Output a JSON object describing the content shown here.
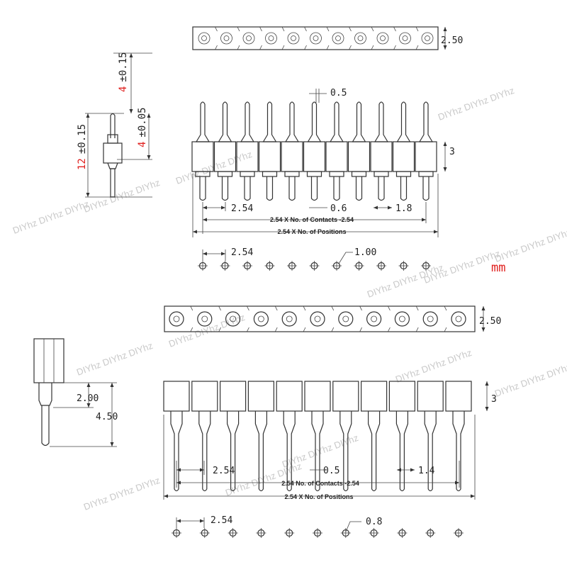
{
  "watermark": "DIYhz",
  "unit_label": "mm",
  "colors": {
    "line": "#333333",
    "red": "#e0201e",
    "watermark": "#c9c9c9"
  },
  "pin_count": 11,
  "male_header": {
    "strip_height": "2.50",
    "pin_width_top": "0.5",
    "housing_height": "3",
    "pitch": "2.54",
    "pin_width_bottom": "0.6",
    "housing_width": "1.8",
    "contacts_formula": "2.54 X No. of Contacts -2.54",
    "positions_formula": "2.54 X No. of Positions",
    "footprint_pitch": "2.54",
    "hole_diameter": "1.00",
    "side_view": {
      "top_len_value": "4",
      "top_len_tol": "±0.15",
      "mid_len_value": "4",
      "mid_len_tol": "±0.05",
      "total_len_value": "12",
      "total_len_tol": "±0.15"
    }
  },
  "female_header": {
    "strip_height": "2.50",
    "housing_height": "3",
    "pitch": "2.54",
    "pin_width": "0.5",
    "tail_width": "1.4",
    "contacts_formula": "2.54  No. of Contacts -2.54",
    "positions_formula": "2.54 X No. of Positions",
    "footprint_pitch": "2.54",
    "hole_diameter": "0.8",
    "side_view": {
      "shoulder_len": "2.00",
      "tail_len": "4.50"
    }
  }
}
